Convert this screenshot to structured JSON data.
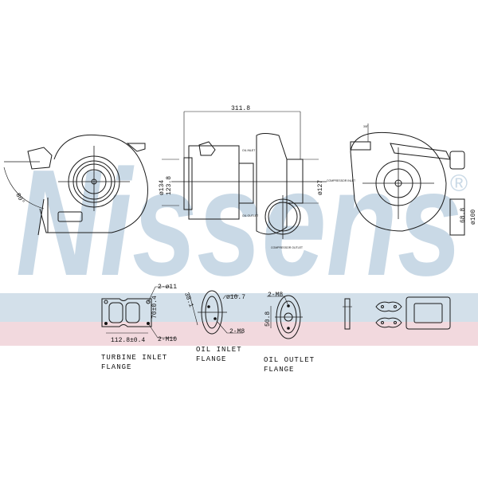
{
  "watermark": {
    "text": "Nissens",
    "registered": "®",
    "color": "#c9d9e6",
    "band_blue": "#d3e0ea",
    "band_pink": "#f2d9de"
  },
  "dimensions": {
    "overall_length": "311.8",
    "compressor_outlet_dia": "ø134",
    "compressor_inner": "123.8",
    "turbine_outlet_dia": "ø127",
    "angle_left": "80°",
    "right_top": "3/8\"",
    "right_flange_dia": "ø100",
    "right_flange_inner": "68.8",
    "oil_in_label": "OIL INLET",
    "oil_out_label": "OIL OUTLET",
    "compressor_inlet": "COMPRESSOR INLET",
    "compressor_outlet": "COMPRESSOR OUTLET"
  },
  "flanges": {
    "turbine_inlet": {
      "holes": "2-ø11",
      "studs": "2-M10",
      "width": "112.8±0.4",
      "height": "70±0.4",
      "caption_line1": "TURBINE INLET",
      "caption_line2": "FLANGE"
    },
    "oil_inlet": {
      "dia": "ø10.7",
      "angle": "38.1",
      "studs": "2-M8",
      "caption_line1": "OIL INLET",
      "caption_line2": "FLANGE"
    },
    "oil_outlet": {
      "studs": "2-M8",
      "spacing": "50.8",
      "caption_line1": "OIL OUTLET",
      "caption_line2": "FLANGE"
    }
  }
}
